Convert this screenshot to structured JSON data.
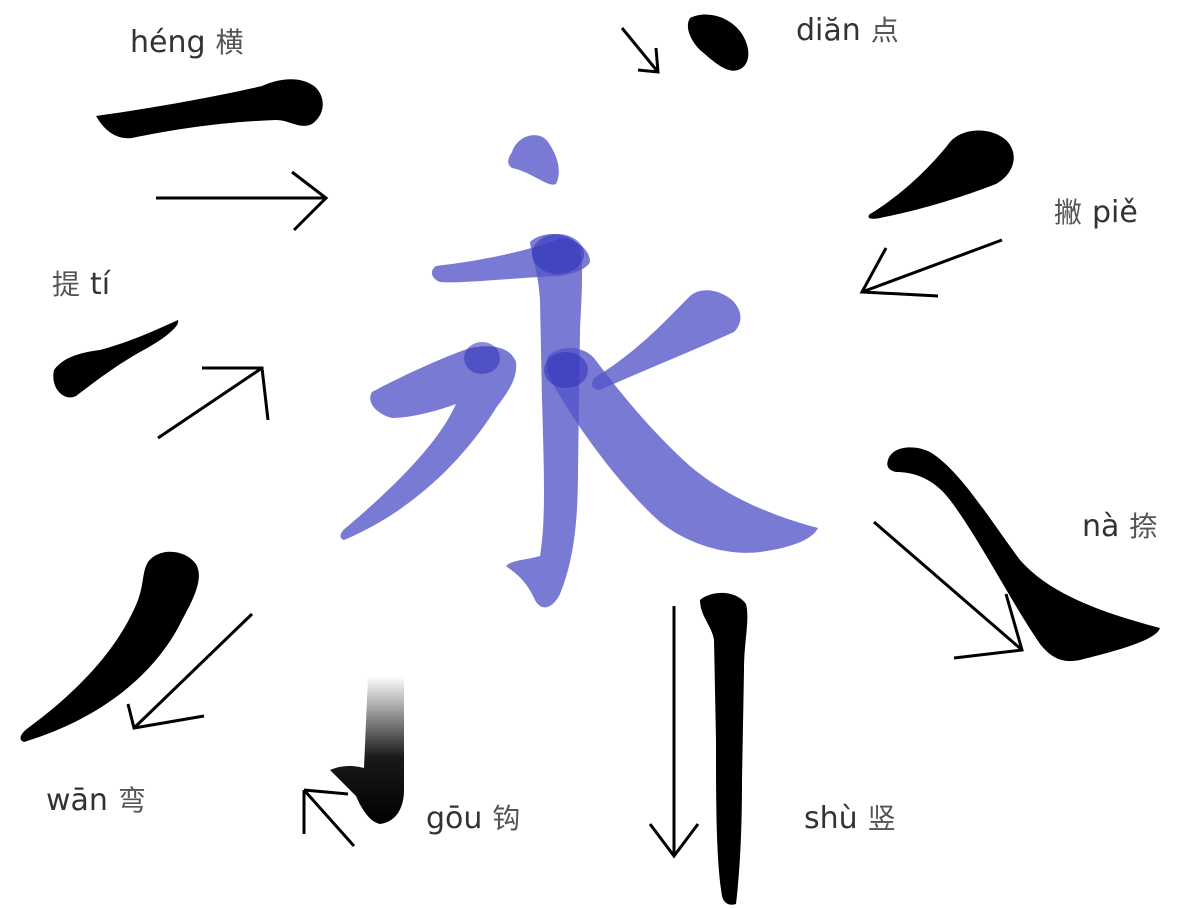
{
  "colors": {
    "background": "#ffffff",
    "stroke_ink": "#000000",
    "character_fill": "#6f70d0",
    "character_overlap": "#3b3cc0",
    "label_text": "#333333"
  },
  "central_character": "永",
  "strokes": [
    {
      "id": "heng",
      "pinyin": "héng",
      "hanzi": "横",
      "order": "pinyin-first"
    },
    {
      "id": "dian",
      "pinyin": "diăn",
      "hanzi": "点",
      "order": "pinyin-first"
    },
    {
      "id": "pie",
      "pinyin": "piě",
      "hanzi": "撇",
      "order": "hanzi-first"
    },
    {
      "id": "ti",
      "pinyin": "tí",
      "hanzi": "提",
      "order": "hanzi-first"
    },
    {
      "id": "na",
      "pinyin": "nà",
      "hanzi": "捺",
      "order": "pinyin-first"
    },
    {
      "id": "wan",
      "pinyin": "wān",
      "hanzi": "弯",
      "order": "pinyin-first"
    },
    {
      "id": "gou",
      "pinyin": "gōu",
      "hanzi": "钩",
      "order": "pinyin-first"
    },
    {
      "id": "shu",
      "pinyin": "shù",
      "hanzi": "竖",
      "order": "pinyin-first"
    }
  ]
}
